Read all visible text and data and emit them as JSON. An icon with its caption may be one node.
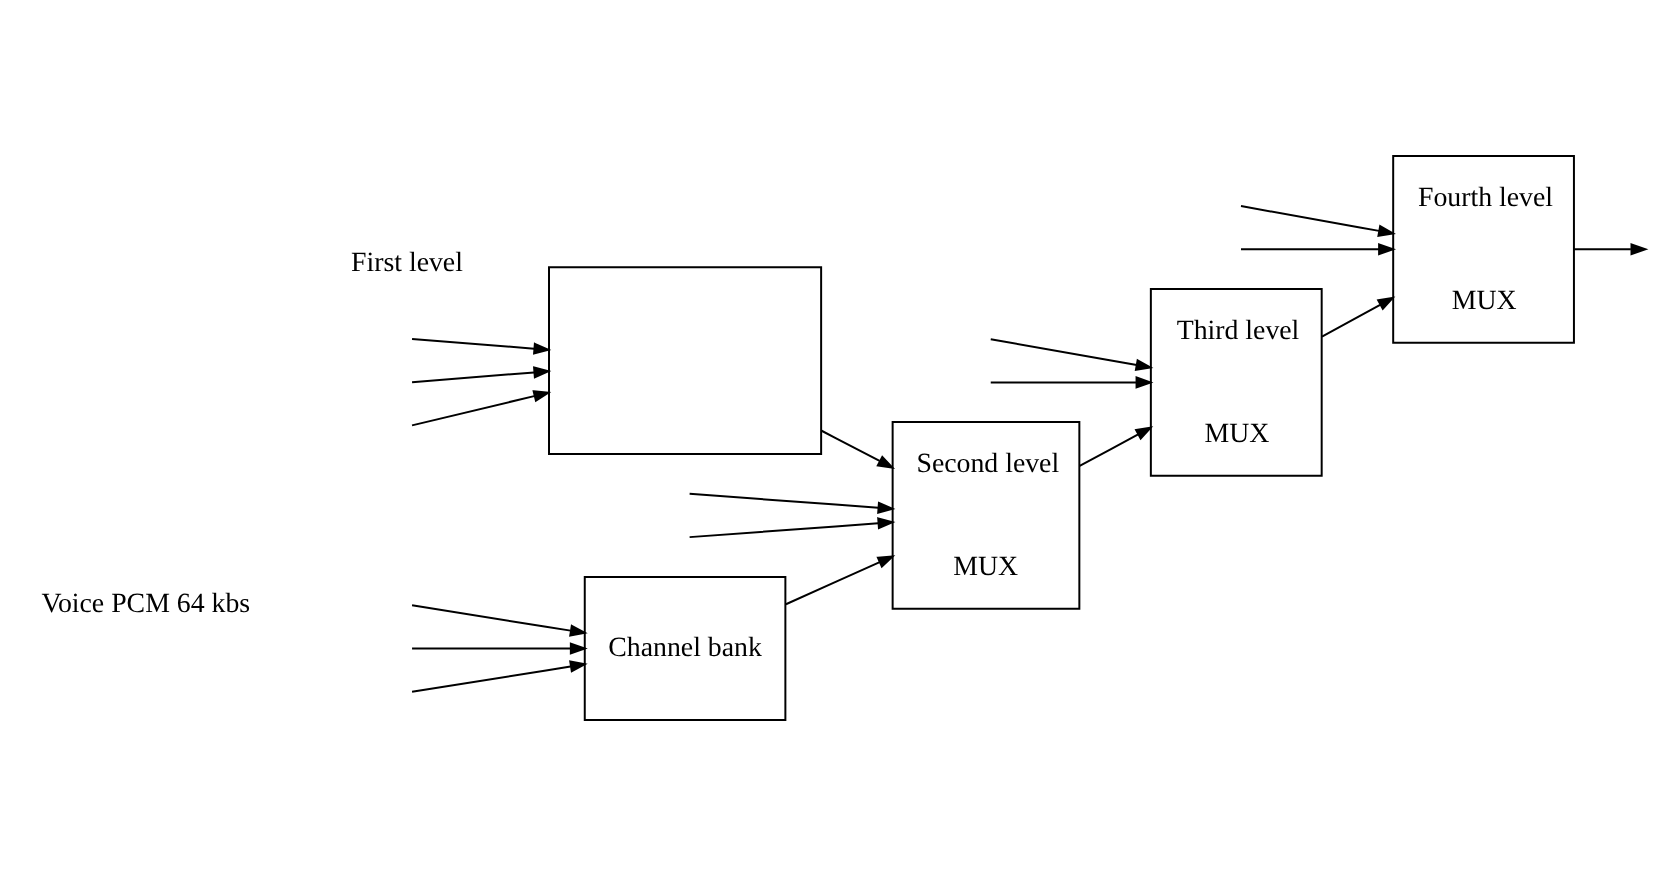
{
  "diagram": {
    "nodes": [
      {
        "text": [
          "Channel bank"
        ]
      },
      {
        "text": [
          "Second level",
          "MUX"
        ]
      },
      {
        "text": [
          "Third level",
          "MUX"
        ]
      },
      {
        "text": [],
        "shape": "box"
      },
      {
        "text": [
          "Fourth level",
          "MUX"
        ]
      }
    ],
    "edges": [
      {
        "from": null,
        "to": 0,
        "arrow": "to"
      },
      {
        "from": null,
        "to": 0,
        "arrow": "to"
      },
      {
        "from": null,
        "to": 0,
        "arrow": "to"
      },
      {
        "from": 0,
        "to": 1,
        "arrow": "to"
      },
      {
        "from": null,
        "to": 1,
        "arrow": "to"
      },
      {
        "from": null,
        "to": 1,
        "arrow": "to"
      },
      {
        "from": 3,
        "to": 1,
        "arrow": "to"
      },
      {
        "from": 1,
        "to": 2,
        "arrow": "to"
      },
      {
        "from": null,
        "to": 2,
        "arrow": "to"
      },
      {
        "from": null,
        "to": 2,
        "arrow": "to"
      },
      {
        "from": null,
        "to": 3,
        "arrow": "to"
      },
      {
        "from": null,
        "to": 3,
        "arrow": "to"
      },
      {
        "from": null,
        "to": 3,
        "arrow": "to"
      },
      {
        "from": 2,
        "to": 4,
        "arrow": "to"
      },
      {
        "from": null,
        "to": 4,
        "arrow": "to"
      },
      {
        "from": null,
        "to": 4,
        "arrow": "to"
      },
      {
        "from": 4,
        "to": null,
        "arrow": "to"
      }
    ],
    "labels": [
      "Voice PCM 64 kbs",
      "First level"
    ]
  }
}
